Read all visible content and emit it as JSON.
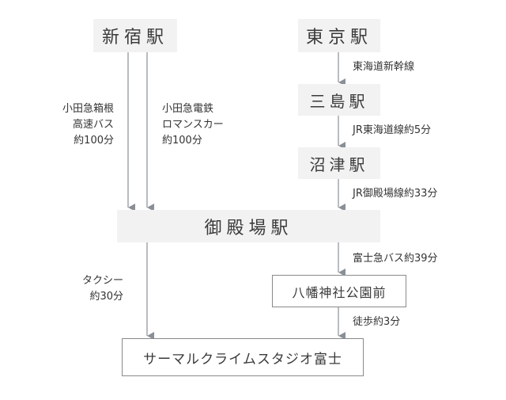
{
  "nodes": {
    "shinjuku": "新宿駅",
    "tokyo": "東京駅",
    "mishima": "三島駅",
    "numazu": "沼津駅",
    "gotemba": "御殿場駅",
    "hachiman": "八幡神社公園前",
    "destination": "サーマルクライムスタジオ富士"
  },
  "routes": {
    "tokaido_shinkansen": "東海道新幹線",
    "jr_tokaido": "JR東海道線約5分",
    "jr_gotemba": "JR御殿場線約33分",
    "fuji_bus": "富士急バス約39分",
    "walk": "徒歩約3分",
    "odakyu_bus_line1": "小田急箱根",
    "odakyu_bus_line2": "高速バス",
    "odakyu_bus_line3": "約100分",
    "odakyu_train_line1": "小田急電鉄",
    "odakyu_train_line2": "ロマンスカー",
    "odakyu_train_line3": "約100分",
    "taxi_line1": "タクシー",
    "taxi_line2": "約30分"
  }
}
